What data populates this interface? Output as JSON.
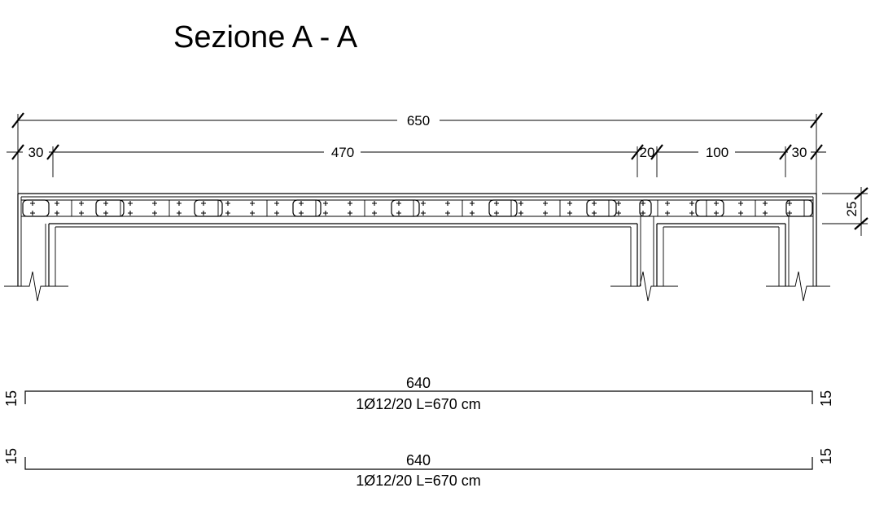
{
  "title": "Sezione A - A",
  "dimensions": {
    "overall": "650",
    "segments": [
      "30",
      "470",
      "20",
      "100",
      "30"
    ],
    "thickness": "25"
  },
  "bars": [
    {
      "length": "640",
      "hook_left": "15",
      "hook_right": "15",
      "spec": "1Ø12/20  L=670 cm"
    },
    {
      "length": "640",
      "hook_left": "15",
      "hook_right": "15",
      "spec": "1Ø12/20  L=670 cm"
    }
  ]
}
